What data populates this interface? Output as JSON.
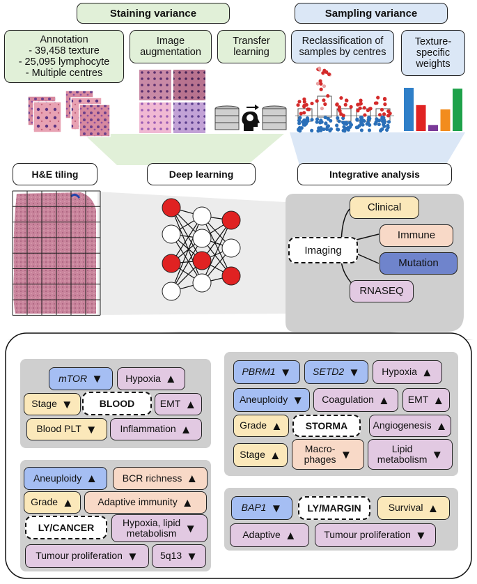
{
  "top": {
    "staining": "Staining variance",
    "sampling": "Sampling variance",
    "annotation": [
      "Annotation",
      "- 39,458 texture",
      "- 25,095 lymphocyte",
      "- Multiple centres"
    ],
    "augmentation": [
      "Image",
      "augmentation"
    ],
    "transfer": [
      "Transfer",
      "learning"
    ],
    "reclass": [
      "Reclassification of",
      "samples by centres"
    ],
    "texture": [
      "Texture-",
      "specific",
      "weights"
    ]
  },
  "mid": {
    "tiling": "H&E tiling",
    "deep": "Deep learning",
    "integrative": "Integrative analysis"
  },
  "integ": {
    "imaging": "Imaging",
    "clinical": "Clinical",
    "immune": "Immune",
    "mutation": "Mutation",
    "rnaseq": "RNASEQ"
  },
  "colors": {
    "bar_blue": "#2f7fc8",
    "bar_red": "#e02323",
    "bar_purple": "#7a3a98",
    "bar_orange": "#f28c1e",
    "bar_green": "#1ea14a",
    "node_red": "#e02222"
  },
  "weights_chart": {
    "values": [
      100,
      60,
      14,
      50,
      98
    ]
  },
  "groups": {
    "blood": {
      "center": "BLOOD",
      "tags": [
        {
          "label": "mTOR",
          "dir": "down"
        },
        {
          "label": "Hypoxia",
          "dir": "up"
        },
        {
          "label": "Stage",
          "dir": "down"
        },
        {
          "label": "EMT",
          "dir": "up"
        },
        {
          "label": "Blood PLT",
          "dir": "down"
        },
        {
          "label": "Inflammation",
          "dir": "up"
        }
      ]
    },
    "storma": {
      "center": "STORMA",
      "tags": [
        {
          "label": "PBRM1",
          "dir": "down"
        },
        {
          "label": "SETD2",
          "dir": "down"
        },
        {
          "label": "Hypoxia",
          "dir": "up"
        },
        {
          "label": "Aneuploidy",
          "dir": "down"
        },
        {
          "label": "Coagulation",
          "dir": "up"
        },
        {
          "label": "EMT",
          "dir": "up"
        },
        {
          "label": "Grade",
          "dir": "up"
        },
        {
          "label": "Angiogenesis",
          "dir": "up"
        },
        {
          "label": "Stage",
          "dir": "up"
        },
        {
          "label": "Macro-\nphages",
          "dir": "down"
        },
        {
          "label": "Lipid\nmetabolism",
          "dir": "down"
        }
      ]
    },
    "cancer": {
      "center": "LY/CANCER",
      "tags": [
        {
          "label": "Aneuploidy",
          "dir": "up"
        },
        {
          "label": "BCR richness",
          "dir": "up"
        },
        {
          "label": "Grade",
          "dir": "up"
        },
        {
          "label": "Adaptive immunity",
          "dir": "up"
        },
        {
          "label": "Hypoxia, lipid\nmetabolism",
          "dir": "down"
        },
        {
          "label": "Tumour proliferation",
          "dir": "down"
        },
        {
          "label": "5q13",
          "dir": "down"
        }
      ]
    },
    "margin": {
      "center": "LY/MARGIN",
      "tags": [
        {
          "label": "BAP1",
          "dir": "down"
        },
        {
          "label": "Survival",
          "dir": "up"
        },
        {
          "label": "Adaptive",
          "dir": "up"
        },
        {
          "label": "Tumour proliferation",
          "dir": "down"
        }
      ]
    }
  }
}
